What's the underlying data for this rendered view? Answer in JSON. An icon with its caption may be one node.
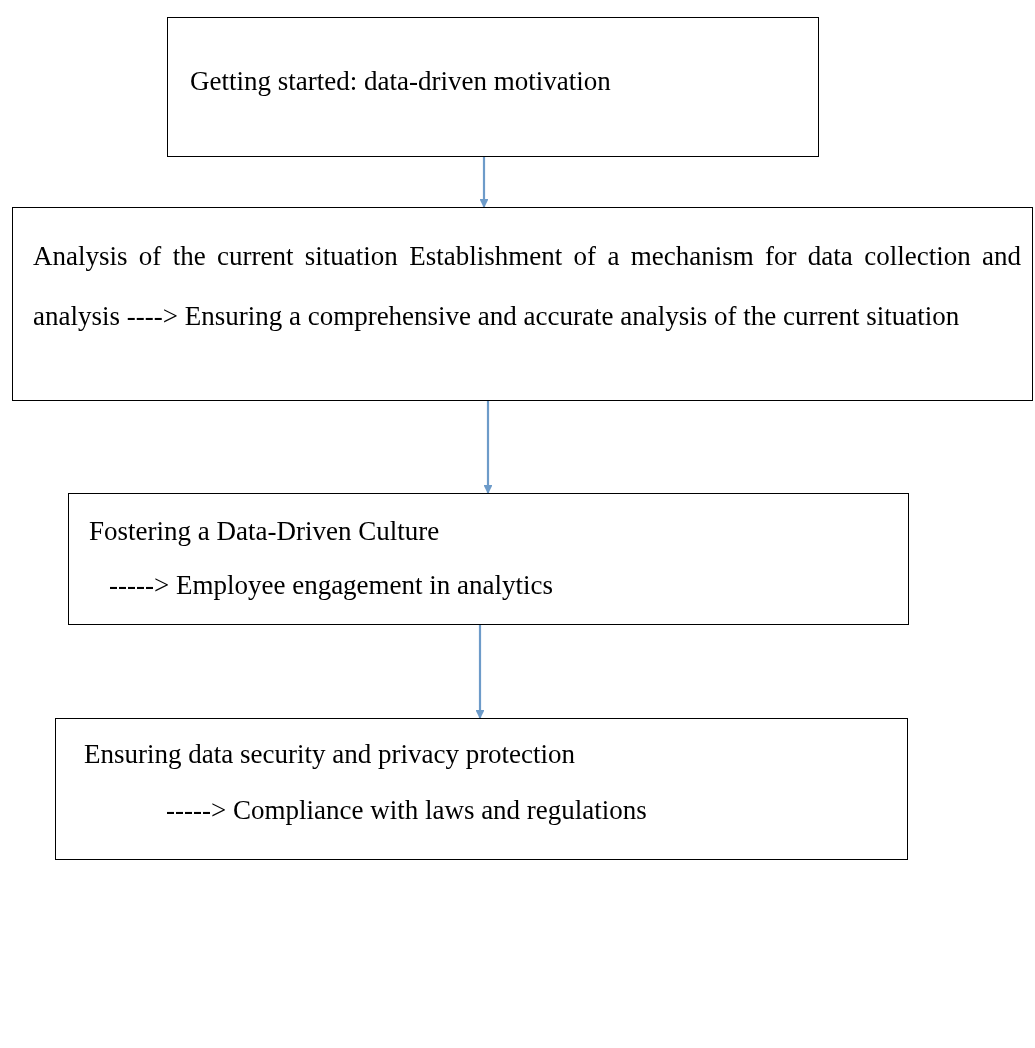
{
  "diagram": {
    "nodes": [
      {
        "text": [
          "Getting started: data-driven motivation"
        ]
      },
      {
        "text": [
          "Analysis of the current situation Establishment of a mechanism for data collection and analysis ----> Ensuring a comprehensive and accurate analysis of the current situation"
        ]
      },
      {
        "text": [
          "Fostering a Data-Driven Culture",
          "-----> Employee engagement in analytics"
        ]
      },
      {
        "text": [
          "Ensuring data security and privacy protection",
          "-----> Compliance with laws and regulations"
        ]
      }
    ],
    "edges": [
      {
        "from": 0,
        "to": 1,
        "arrow": "to"
      },
      {
        "from": 1,
        "to": 2,
        "arrow": "to"
      },
      {
        "from": 2,
        "to": 3,
        "arrow": "to"
      }
    ]
  }
}
